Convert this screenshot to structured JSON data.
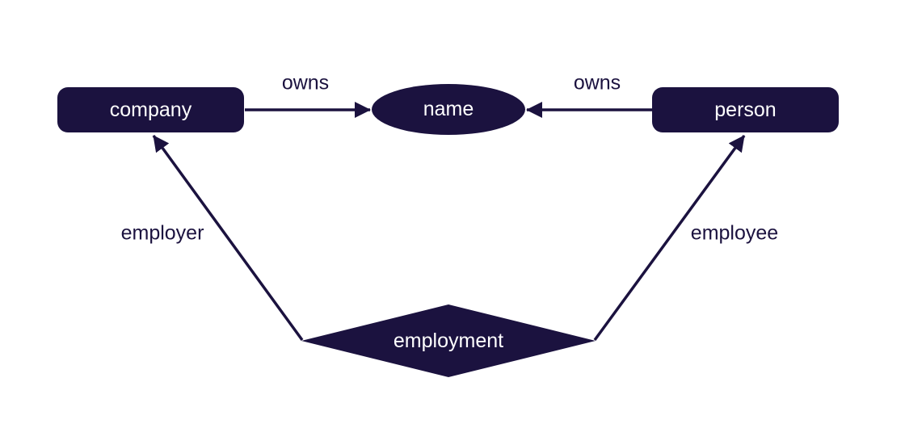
{
  "diagram": {
    "type": "entity-relationship",
    "colors": {
      "ink": "#1b123f",
      "background": "#ffffff",
      "node_text": "#ffffff"
    },
    "nodes": {
      "company": {
        "label": "company",
        "shape": "rounded-rectangle"
      },
      "name": {
        "label": "name",
        "shape": "ellipse"
      },
      "person": {
        "label": "person",
        "shape": "rounded-rectangle"
      },
      "employment": {
        "label": "employment",
        "shape": "diamond"
      }
    },
    "edges": [
      {
        "from": "company",
        "to": "name",
        "label": "owns"
      },
      {
        "from": "person",
        "to": "name",
        "label": "owns"
      },
      {
        "from": "employment",
        "to": "company",
        "label": "employer"
      },
      {
        "from": "employment",
        "to": "person",
        "label": "employee"
      }
    ]
  }
}
